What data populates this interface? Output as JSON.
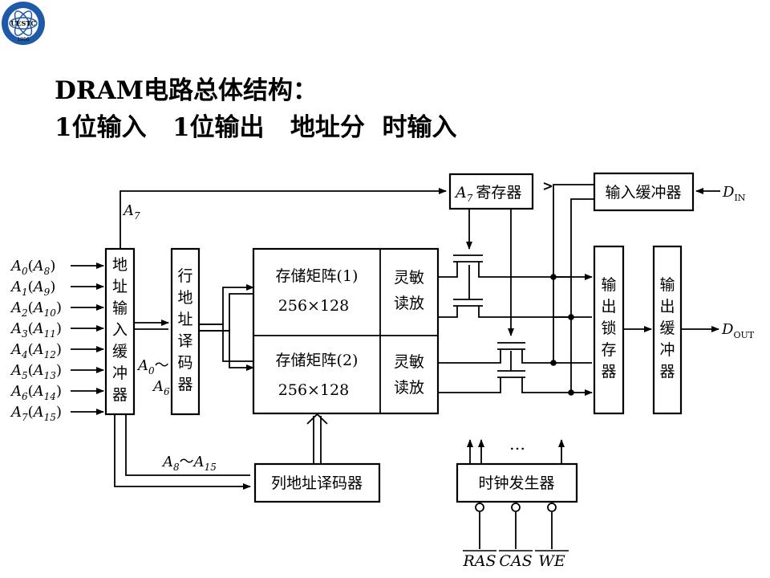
{
  "slide": {
    "logo_text": "UESTC",
    "logo_year": "1956",
    "title_line1": "DRAM电路总体结构：",
    "title_line2": "1位输入   1位输出   地址分  时输入"
  },
  "diagram": {
    "address_inputs": [
      {
        "main": "A",
        "sub": "0",
        "alt": "A",
        "alt_sub": "8"
      },
      {
        "main": "A",
        "sub": "1",
        "alt": "A",
        "alt_sub": "9"
      },
      {
        "main": "A",
        "sub": "2",
        "alt": "A",
        "alt_sub": "10"
      },
      {
        "main": "A",
        "sub": "3",
        "alt": "A",
        "alt_sub": "11"
      },
      {
        "main": "A",
        "sub": "4",
        "alt": "A",
        "alt_sub": "12"
      },
      {
        "main": "A",
        "sub": "5",
        "alt": "A",
        "alt_sub": "13"
      },
      {
        "main": "A",
        "sub": "6",
        "alt": "A",
        "alt_sub": "14"
      },
      {
        "main": "A",
        "sub": "7",
        "alt": "A",
        "alt_sub": "15"
      }
    ],
    "addr_buffer_chars": [
      "地",
      "址",
      "输",
      "入",
      "缓",
      "冲",
      "器"
    ],
    "row_decoder_chars": [
      "行",
      "地",
      "址",
      "译",
      "码",
      "器"
    ],
    "output_latch_chars": [
      "输",
      "出",
      "锁",
      "存",
      "器"
    ],
    "output_buffer_chars": [
      "输",
      "出",
      "缓",
      "冲",
      "器"
    ],
    "a7_label": {
      "main": "A",
      "sub": "7"
    },
    "a7_register": {
      "main": "A",
      "sub": "7",
      "text": "寄存器"
    },
    "input_buffer": "输入缓冲器",
    "din": {
      "main": "D",
      "sub": "IN"
    },
    "dout": {
      "main": "D",
      "sub": "OUT"
    },
    "row_addr_range": {
      "a": "A",
      "a_sub": "0",
      "tilde": "～",
      "b": "A",
      "b_sub": "6"
    },
    "col_addr_range": {
      "a": "A",
      "a_sub": "8",
      "tilde": "～",
      "b": "A",
      "b_sub": "15"
    },
    "array1_name": "存储矩阵(1)",
    "array1_size": "256×128",
    "array2_name": "存储矩阵(2)",
    "array2_size": "256×128",
    "sense_amp_line1": "灵敏",
    "sense_amp_line2": "读放",
    "col_decoder": "列地址译码器",
    "clock_gen": "时钟发生器",
    "ellipsis": "…",
    "control_inputs": [
      "RAS",
      "CAS",
      "WE"
    ]
  }
}
